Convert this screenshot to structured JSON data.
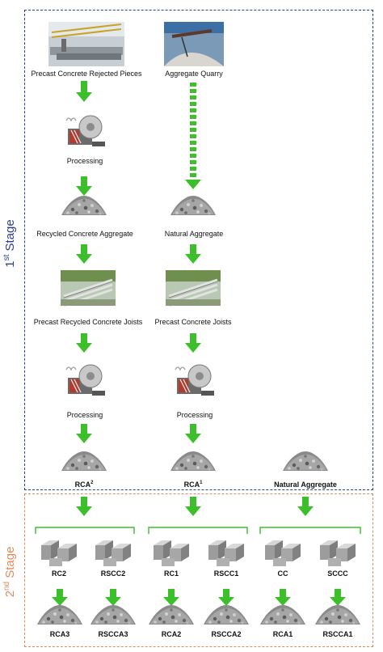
{
  "stage1": {
    "label": "Stage",
    "ordinal": "1",
    "ordinal_suffix": "st"
  },
  "stage2": {
    "label": "Stage",
    "ordinal": "2",
    "ordinal_suffix": "nd"
  },
  "nodes": {
    "precast_rejected": "Precast Concrete Rejected Pieces",
    "aggregate_quarry": "Aggregate Quarry",
    "processing_1": "Processing",
    "recycled_aggregate": "Recycled Concrete Aggregate",
    "natural_aggregate": "Natural Aggregate",
    "precast_recycled_joists": "Precast Recycled Concrete Joists",
    "precast_joists": "Precast Concrete Joists",
    "processing_2": "Processing",
    "processing_3": "Processing",
    "rca2_base": "RCA",
    "rca2_sup": "2",
    "rca1_base": "RCA",
    "rca1_sup": "1",
    "natural_aggregate_2": "Natural Aggregate"
  },
  "stage2_mixes": [
    "RC2",
    "RSCC2",
    "RC1",
    "RSCC1",
    "CC",
    "SCCC"
  ],
  "stage2_outputs": [
    "RCA3",
    "RSCCA3",
    "RCA2",
    "RSCCA2",
    "RCA1",
    "RSCCA1"
  ],
  "colors": {
    "arrow": "#3cbf2b",
    "stage1": "#2e3f8f",
    "stage2": "#e08b5c"
  }
}
